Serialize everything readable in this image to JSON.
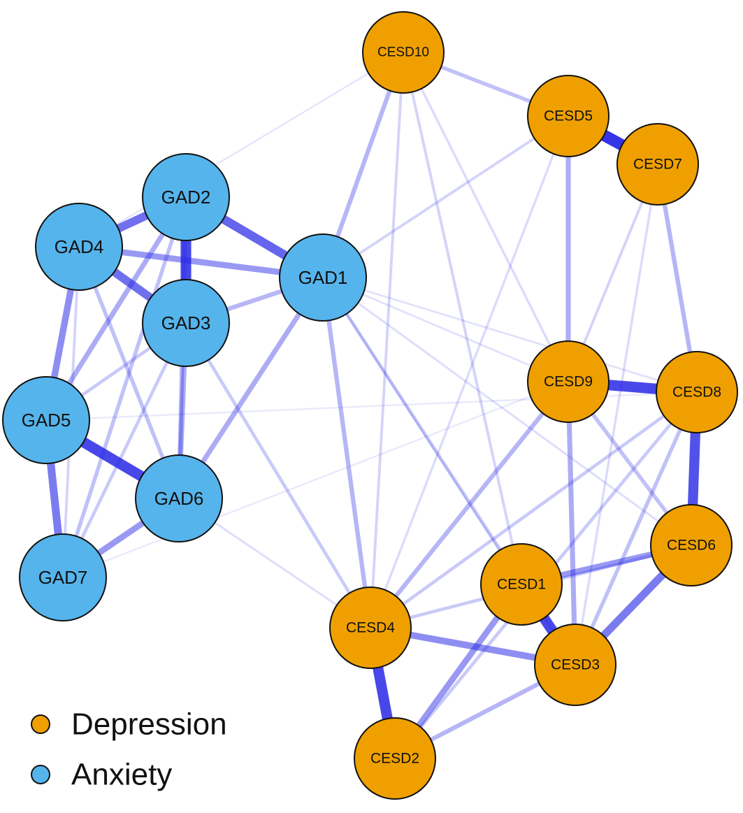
{
  "groups": [
    {
      "id": "depression",
      "label": "Depression",
      "color": "#EFA000"
    },
    {
      "id": "anxiety",
      "label": "Anxiety",
      "color": "#56B4EC"
    }
  ],
  "edge_color": "#2A2AE6",
  "nodes": [
    {
      "id": "GAD1",
      "group": "anxiety"
    },
    {
      "id": "GAD2",
      "group": "anxiety"
    },
    {
      "id": "GAD3",
      "group": "anxiety"
    },
    {
      "id": "GAD4",
      "group": "anxiety"
    },
    {
      "id": "GAD5",
      "group": "anxiety"
    },
    {
      "id": "GAD6",
      "group": "anxiety"
    },
    {
      "id": "GAD7",
      "group": "anxiety"
    },
    {
      "id": "CESD1",
      "group": "depression"
    },
    {
      "id": "CESD2",
      "group": "depression"
    },
    {
      "id": "CESD3",
      "group": "depression"
    },
    {
      "id": "CESD4",
      "group": "depression"
    },
    {
      "id": "CESD5",
      "group": "depression"
    },
    {
      "id": "CESD6",
      "group": "depression"
    },
    {
      "id": "CESD7",
      "group": "depression"
    },
    {
      "id": "CESD8",
      "group": "depression"
    },
    {
      "id": "CESD9",
      "group": "depression"
    },
    {
      "id": "CESD10",
      "group": "depression"
    }
  ],
  "edges": [
    {
      "from": "CESD5",
      "to": "CESD7",
      "weight": 0.95
    },
    {
      "from": "GAD2",
      "to": "GAD3",
      "weight": 0.85
    },
    {
      "from": "GAD5",
      "to": "GAD6",
      "weight": 0.85
    },
    {
      "from": "CESD4",
      "to": "CESD2",
      "weight": 0.85
    },
    {
      "from": "CESD9",
      "to": "CESD8",
      "weight": 0.85
    },
    {
      "from": "CESD1",
      "to": "CESD3",
      "weight": 0.85
    },
    {
      "from": "CESD8",
      "to": "CESD6",
      "weight": 0.8
    },
    {
      "from": "GAD2",
      "to": "GAD1",
      "weight": 0.7
    },
    {
      "from": "GAD4",
      "to": "GAD2",
      "weight": 0.65
    },
    {
      "from": "GAD4",
      "to": "GAD3",
      "weight": 0.65
    },
    {
      "from": "GAD5",
      "to": "GAD7",
      "weight": 0.6
    },
    {
      "from": "CESD6",
      "to": "CESD3",
      "weight": 0.6
    },
    {
      "from": "GAD4",
      "to": "GAD5",
      "weight": 0.5
    },
    {
      "from": "GAD6",
      "to": "GAD7",
      "weight": 0.45
    },
    {
      "from": "CESD4",
      "to": "CESD3",
      "weight": 0.5
    },
    {
      "from": "CESD1",
      "to": "CESD6",
      "weight": 0.45
    },
    {
      "from": "GAD4",
      "to": "GAD1",
      "weight": 0.45
    },
    {
      "from": "CESD1",
      "to": "CESD2",
      "weight": 0.45
    },
    {
      "from": "GAD6",
      "to": "GAD1",
      "weight": 0.35
    },
    {
      "from": "GAD3",
      "to": "GAD6",
      "weight": 0.35
    },
    {
      "from": "GAD2",
      "to": "GAD5",
      "weight": 0.35
    },
    {
      "from": "GAD2",
      "to": "GAD6",
      "weight": 0.3
    },
    {
      "from": "GAD3",
      "to": "GAD1",
      "weight": 0.3
    },
    {
      "from": "CESD9",
      "to": "CESD3",
      "weight": 0.35
    },
    {
      "from": "CESD9",
      "to": "CESD4",
      "weight": 0.3
    },
    {
      "from": "CESD5",
      "to": "CESD9",
      "weight": 0.35
    },
    {
      "from": "CESD7",
      "to": "CESD8",
      "weight": 0.3
    },
    {
      "from": "CESD10",
      "to": "GAD1",
      "weight": 0.3
    },
    {
      "from": "GAD1",
      "to": "CESD4",
      "weight": 0.3
    },
    {
      "from": "GAD2",
      "to": "GAD7",
      "weight": 0.25
    },
    {
      "from": "GAD3",
      "to": "GAD5",
      "weight": 0.2
    },
    {
      "from": "GAD4",
      "to": "GAD6",
      "weight": 0.25
    },
    {
      "from": "GAD3",
      "to": "GAD7",
      "weight": 0.2
    },
    {
      "from": "GAD4",
      "to": "GAD7",
      "weight": 0.15
    },
    {
      "from": "CESD3",
      "to": "CESD2",
      "weight": 0.3
    },
    {
      "from": "CESD8",
      "to": "CESD3",
      "weight": 0.25
    },
    {
      "from": "CESD9",
      "to": "CESD6",
      "weight": 0.25
    },
    {
      "from": "CESD8",
      "to": "CESD2",
      "weight": 0.2
    },
    {
      "from": "CESD8",
      "to": "CESD4",
      "weight": 0.2
    },
    {
      "from": "CESD6",
      "to": "CESD4",
      "weight": 0.2
    },
    {
      "from": "CESD10",
      "to": "CESD5",
      "weight": 0.25
    },
    {
      "from": "CESD10",
      "to": "CESD4",
      "weight": 0.15
    },
    {
      "from": "CESD10",
      "to": "CESD1",
      "weight": 0.15
    },
    {
      "from": "CESD10",
      "to": "CESD9",
      "weight": 0.12
    },
    {
      "from": "CESD5",
      "to": "GAD1",
      "weight": 0.15
    },
    {
      "from": "CESD5",
      "to": "CESD4",
      "weight": 0.12
    },
    {
      "from": "CESD7",
      "to": "CESD9",
      "weight": 0.15
    },
    {
      "from": "CESD7",
      "to": "CESD3",
      "weight": 0.12
    },
    {
      "from": "GAD1",
      "to": "CESD3",
      "weight": 0.2
    },
    {
      "from": "GAD1",
      "to": "CESD1",
      "weight": 0.12
    },
    {
      "from": "GAD1",
      "to": "CESD6",
      "weight": 0.1
    },
    {
      "from": "GAD3",
      "to": "CESD4",
      "weight": 0.2
    },
    {
      "from": "GAD6",
      "to": "CESD4",
      "weight": 0.1
    },
    {
      "from": "GAD1",
      "to": "CESD8",
      "weight": 0.08
    },
    {
      "from": "GAD1",
      "to": "CESD9",
      "weight": 0.08
    },
    {
      "from": "GAD4",
      "to": "CESD10",
      "weight": 0.06
    },
    {
      "from": "GAD7",
      "to": "CESD9",
      "weight": 0.05
    },
    {
      "from": "GAD5",
      "to": "CESD8",
      "weight": 0.05
    }
  ]
}
